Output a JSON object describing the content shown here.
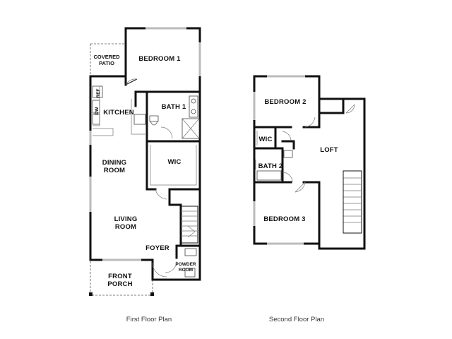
{
  "first_floor": {
    "caption": "First Floor Plan",
    "rooms": {
      "bedroom1": "BEDROOM 1",
      "covered_patio_line1": "COVERED",
      "covered_patio_line2": "PATIO",
      "kitchen": "KITCHEN",
      "dw": "DW",
      "ref": "REF",
      "bath1": "BATH 1",
      "dining_line1": "DINING",
      "dining_line2": "ROOM",
      "wic": "WIC",
      "living_line1": "LIVING",
      "living_line2": "ROOM",
      "foyer": "FOYER",
      "powder_line1": "POWDER",
      "powder_line2": "ROOM",
      "front_porch_line1": "FRONT",
      "front_porch_line2": "PORCH"
    }
  },
  "second_floor": {
    "caption": "Second Floor Plan",
    "rooms": {
      "bedroom2": "BEDROOM 2",
      "wic": "WIC",
      "loft": "LOFT",
      "bath2": "BATH 2",
      "bedroom3": "BEDROOM 3"
    }
  },
  "colors": {
    "walls": "#111111",
    "windows": "#bbbbbb",
    "background": "#ffffff"
  }
}
